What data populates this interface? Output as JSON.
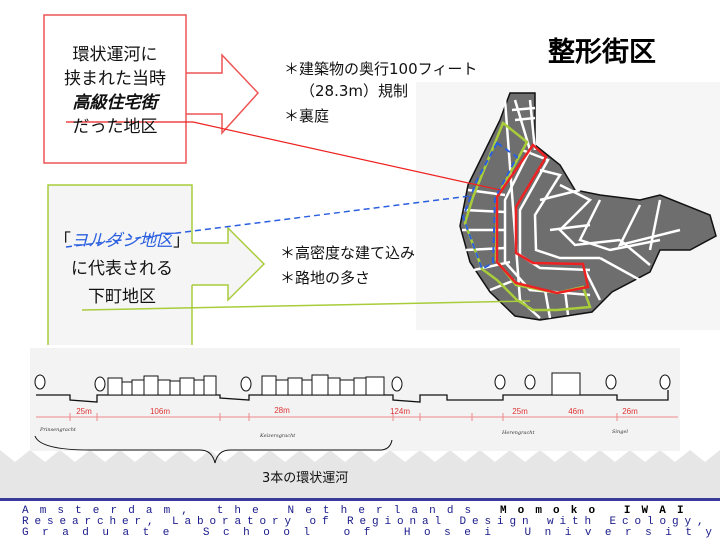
{
  "title": "整形街区",
  "box_upper": {
    "lines": [
      "環状運河に",
      "挟まれた当時",
      "高級住宅街",
      "だった地区"
    ]
  },
  "notes_upper": [
    "＊建築物の奥行100フィート",
    "（28.3m）規制",
    "＊裏庭"
  ],
  "box_lower": {
    "open_bracket": "「",
    "highlight": "ヨルダン地区",
    "close_bracket": "」",
    "lines": [
      "に代表される",
      "下町地区"
    ]
  },
  "notes_lower": [
    "＊高密度な建て込み",
    "＊路地の多さ"
  ],
  "section": {
    "dimensions": [
      "25m",
      "106m",
      "28m",
      "124m",
      "25m",
      "46m",
      "26m"
    ],
    "canals": [
      "Prinsengracht",
      "Keizersgracht",
      "Herengracht",
      "Singel"
    ],
    "brace_label": "3本の環状運河"
  },
  "footer": {
    "line1": "Amsterdam, the Netherlands",
    "author": "Momoko IWAI",
    "line2": "Researcher, Laboratory of Regional Design with Ecology,",
    "line3": "Graduate School of Hosei University"
  },
  "colors": {
    "red": "#ee3333",
    "green": "#a8cc3a",
    "blue": "#2b5fe0",
    "footer_line": "#3a3a9a"
  }
}
